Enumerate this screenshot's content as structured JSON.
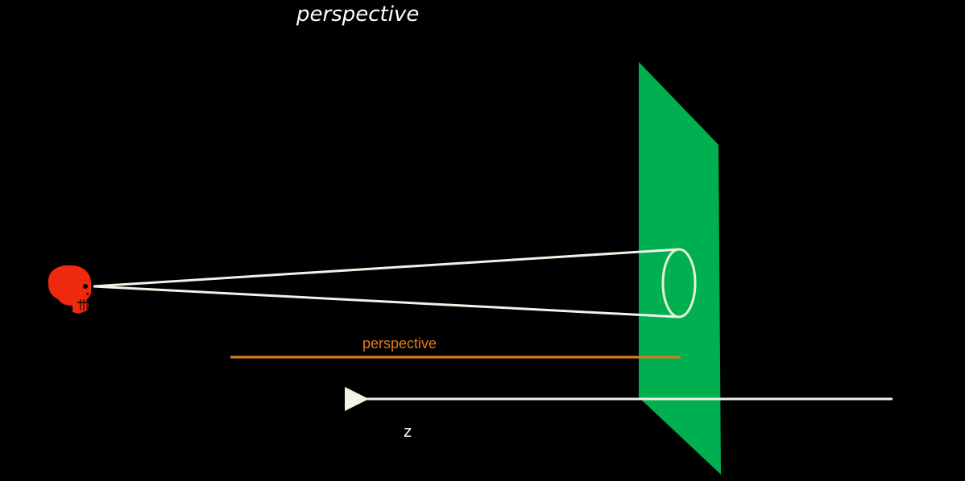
{
  "title": "perspective",
  "perspective_label": "perspective",
  "axis_label": "z",
  "colors": {
    "background": "#000000",
    "plane": "#00b050",
    "perspective_line": "#e07b1f",
    "rays": "#f2f2e6",
    "skull": "#ee2a0e",
    "axis": "#f2f2e6"
  },
  "icons": {
    "viewer": "skull-icon"
  }
}
